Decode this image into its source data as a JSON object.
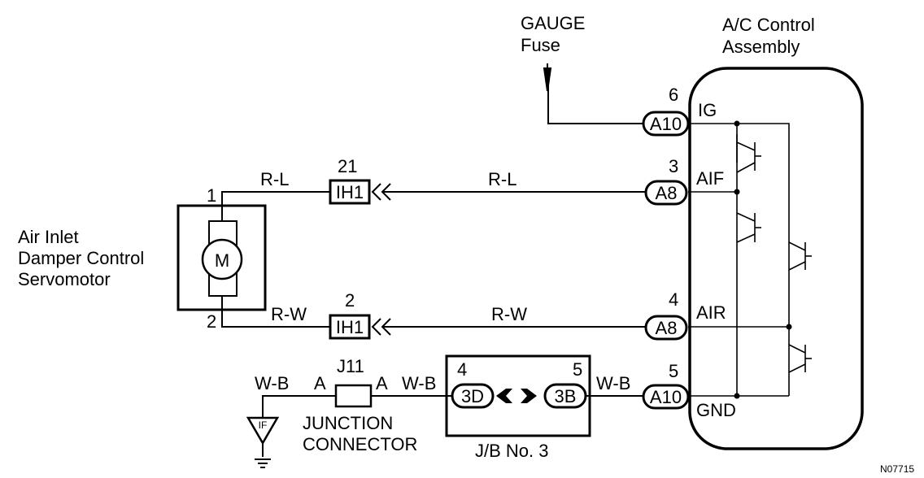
{
  "gauge_fuse": {
    "line1": "GAUGE",
    "line2": "Fuse"
  },
  "ac_control": {
    "line1": "A/C Control",
    "line2": "Assembly",
    "terminals": [
      {
        "num": "6",
        "connector": "A10",
        "signal": "IG"
      },
      {
        "num": "3",
        "connector": "A8",
        "signal": "AIF"
      },
      {
        "num": "4",
        "connector": "A8",
        "signal": "AIR"
      },
      {
        "num": "5",
        "connector": "A10",
        "signal": "GND"
      }
    ]
  },
  "servomotor": {
    "line1": "Air Inlet",
    "line2": "Damper Control",
    "line3": "Servomotor",
    "symbol": "M",
    "pin_top": "1",
    "pin_bottom": "2"
  },
  "wires": {
    "top_left": "R-L",
    "top_right": "R-L",
    "bottom_left": "R-W",
    "bottom_right": "R-W",
    "ground_left": "W-B",
    "ground_mid": "W-B",
    "ground_right": "W-B"
  },
  "connectors": {
    "ih1_top": {
      "num": "21",
      "label": "IH1"
    },
    "ih1_bottom": {
      "num": "2",
      "label": "IH1"
    }
  },
  "junction": {
    "id": "J11",
    "pin_left": "A",
    "pin_right": "A",
    "line1": "JUNCTION",
    "line2": "CONNECTOR"
  },
  "jb": {
    "label": "J/B No. 3",
    "left_num": "4",
    "left_conn": "3D",
    "right_num": "5",
    "right_conn": "3B"
  },
  "ground": {
    "code": "IF"
  },
  "diagram_code": "N07715"
}
